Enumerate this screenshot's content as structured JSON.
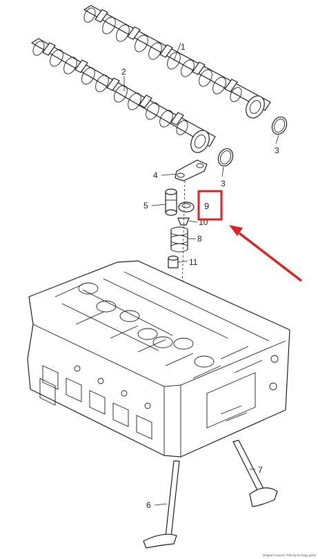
{
  "labels": {
    "camshaft_exhaust": "1",
    "camshaft_intake": "2",
    "seal_ring_a": "3",
    "seal_ring_b": "3",
    "rocker_arm": "4",
    "lash_adjuster": "5",
    "intake_valve": "6",
    "exhaust_valve": "7",
    "valve_spring": "8",
    "highlighted_part": "9",
    "spring_retainer": "10",
    "valve_stem_seal": "11"
  },
  "highlight": {
    "box_color": "#e02020",
    "arrow_color": "#e02020"
  },
  "footer_text": "Diagram source: Part by Ecology parts"
}
